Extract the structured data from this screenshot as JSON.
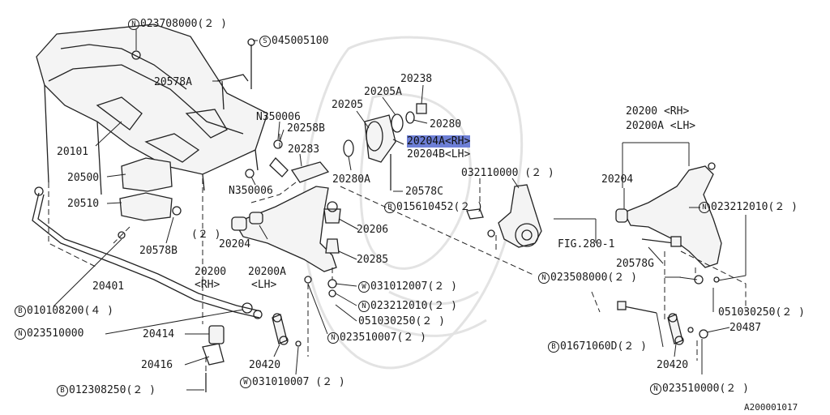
{
  "diagram_code": "A200001017",
  "highlight_color": "#6d7fd6",
  "labels": [
    {
      "id": "l1",
      "badge": "N",
      "text": "023708000(２ )",
      "highlight": false
    },
    {
      "id": "l2",
      "badge": "S",
      "text": "045005100",
      "highlight": false
    },
    {
      "id": "l3",
      "badge": "",
      "text": "20578A",
      "highlight": false
    },
    {
      "id": "l4",
      "badge": "",
      "text": "20101",
      "highlight": false
    },
    {
      "id": "l5",
      "badge": "",
      "text": "20500",
      "highlight": false
    },
    {
      "id": "l6",
      "badge": "",
      "text": "20510",
      "highlight": false
    },
    {
      "id": "l7",
      "badge": "",
      "text": "20578B",
      "highlight": false
    },
    {
      "id": "l8",
      "badge": "",
      "text": "N350006",
      "highlight": false
    },
    {
      "id": "l9",
      "badge": "",
      "text": "20258B",
      "highlight": false
    },
    {
      "id": "l10",
      "badge": "",
      "text": "20283",
      "highlight": false
    },
    {
      "id": "l11",
      "badge": "",
      "text": "N350006",
      "highlight": false
    },
    {
      "id": "l12",
      "badge": "",
      "text": "20205",
      "highlight": false
    },
    {
      "id": "l13",
      "badge": "",
      "text": "20205A",
      "highlight": false
    },
    {
      "id": "l14",
      "badge": "",
      "text": "20238",
      "highlight": false
    },
    {
      "id": "l15",
      "badge": "",
      "text": "20280",
      "highlight": false
    },
    {
      "id": "l16",
      "badge": "",
      "text": "20204A<RH>",
      "highlight": true
    },
    {
      "id": "l17",
      "badge": "",
      "text": "20204B<LH>",
      "highlight": false
    },
    {
      "id": "l18",
      "badge": "",
      "text": "20280A",
      "highlight": false
    },
    {
      "id": "l19",
      "badge": "",
      "text": "20578C",
      "highlight": false
    },
    {
      "id": "l20",
      "badge": "B",
      "text": "015610452(２ )",
      "highlight": false
    },
    {
      "id": "l21",
      "badge": "",
      "text": "032110000 (２ )",
      "highlight": false
    },
    {
      "id": "l22",
      "badge": "",
      "text": "20200 <RH>",
      "highlight": false
    },
    {
      "id": "l23",
      "badge": "",
      "text": "20200A <LH>",
      "highlight": false
    },
    {
      "id": "l24",
      "badge": "",
      "text": "20204",
      "highlight": false
    },
    {
      "id": "l25",
      "badge": "N",
      "text": "023212010(２ )",
      "highlight": false
    },
    {
      "id": "l26",
      "badge": "",
      "text": "(２ )",
      "highlight": false
    },
    {
      "id": "l27",
      "badge": "",
      "text": "20204",
      "highlight": false
    },
    {
      "id": "l28",
      "badge": "",
      "text": "20206",
      "highlight": false
    },
    {
      "id": "l29",
      "badge": "",
      "text": "FIG.280-1",
      "highlight": false
    },
    {
      "id": "l30",
      "badge": "",
      "text": "20578G",
      "highlight": false
    },
    {
      "id": "l31",
      "badge": "",
      "text": "20285",
      "highlight": false
    },
    {
      "id": "l32",
      "badge": "",
      "text": "20200",
      "highlight": false
    },
    {
      "id": "l33",
      "badge": "",
      "text": "<RH>",
      "highlight": false
    },
    {
      "id": "l34",
      "badge": "",
      "text": "20200A",
      "highlight": false
    },
    {
      "id": "l35",
      "badge": "",
      "text": "<LH>",
      "highlight": false
    },
    {
      "id": "l36",
      "badge": "",
      "text": "20401",
      "highlight": false
    },
    {
      "id": "l37",
      "badge": "N",
      "text": "023508000(２ )",
      "highlight": false
    },
    {
      "id": "l38",
      "badge": "W",
      "text": "031012007(２ )",
      "highlight": false
    },
    {
      "id": "l39",
      "badge": "N",
      "text": "023212010(２ )",
      "highlight": false
    },
    {
      "id": "l40",
      "badge": "B",
      "text": "010108200(４ )",
      "highlight": false
    },
    {
      "id": "l41",
      "badge": "",
      "text": "051030250(２ )",
      "highlight": false
    },
    {
      "id": "l42",
      "badge": "",
      "text": "051030250(２ )",
      "highlight": false
    },
    {
      "id": "l43",
      "badge": "N",
      "text": "023510000",
      "highlight": false
    },
    {
      "id": "l44",
      "badge": "",
      "text": "20414",
      "highlight": false
    },
    {
      "id": "l45",
      "badge": "N",
      "text": "023510007(２ )",
      "highlight": false
    },
    {
      "id": "l46",
      "badge": "",
      "text": "20487",
      "highlight": false
    },
    {
      "id": "l47",
      "badge": "B",
      "text": "01671060D(２ )",
      "highlight": false
    },
    {
      "id": "l48",
      "badge": "",
      "text": "20416",
      "highlight": false
    },
    {
      "id": "l49",
      "badge": "",
      "text": "20420",
      "highlight": false
    },
    {
      "id": "l50",
      "badge": "",
      "text": "20420",
      "highlight": false
    },
    {
      "id": "l51",
      "badge": "W",
      "text": "031010007 (２ )",
      "highlight": false
    },
    {
      "id": "l52",
      "badge": "B",
      "text": "012308250(２ )",
      "highlight": false
    },
    {
      "id": "l53",
      "badge": "N",
      "text": "023510000(２ )",
      "highlight": false
    }
  ]
}
